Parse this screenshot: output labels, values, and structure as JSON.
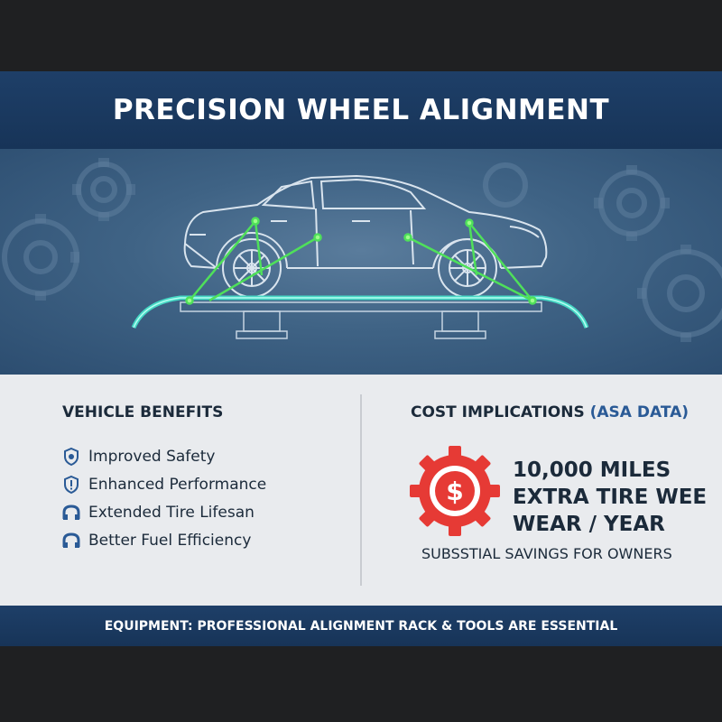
{
  "header": {
    "title": "PRECISION WHEEL ALIGNMENT"
  },
  "hero": {
    "illustration": "car-on-alignment-rack",
    "laser_color": "#4fe05a",
    "rack_color": "#45d7c4"
  },
  "benefits": {
    "heading": "VEHICLE BENEFITS",
    "items": [
      {
        "icon": "shield-icon",
        "label": "Improved Safety"
      },
      {
        "icon": "alert-shield-icon",
        "label": "Enhanced Performance"
      },
      {
        "icon": "tire-icon",
        "label": "Extended Tire Lifesan"
      },
      {
        "icon": "fuel-icon",
        "label": "Better Fuel Efficiency"
      }
    ]
  },
  "costs": {
    "heading": "COST IMPLICATIONS",
    "source": "(ASA DATA)",
    "icon": "dollar-gear-icon",
    "stat_lines": [
      "10,000 MILES",
      "EXTRA TIRE WEE",
      "WEAR / YEAR"
    ],
    "savings": "SUBSSTIAL SAVINGS FOR OWNERS"
  },
  "footer": {
    "text": "EQUIPMENT: PROFESSIONAL ALIGNMENT RACK & TOOLS ARE ESSENTIAL"
  },
  "colors": {
    "navy": "#1e3f68",
    "accent_red": "#e63a35",
    "text_dark": "#1b2a3a",
    "accent_blue": "#2a5a96"
  }
}
